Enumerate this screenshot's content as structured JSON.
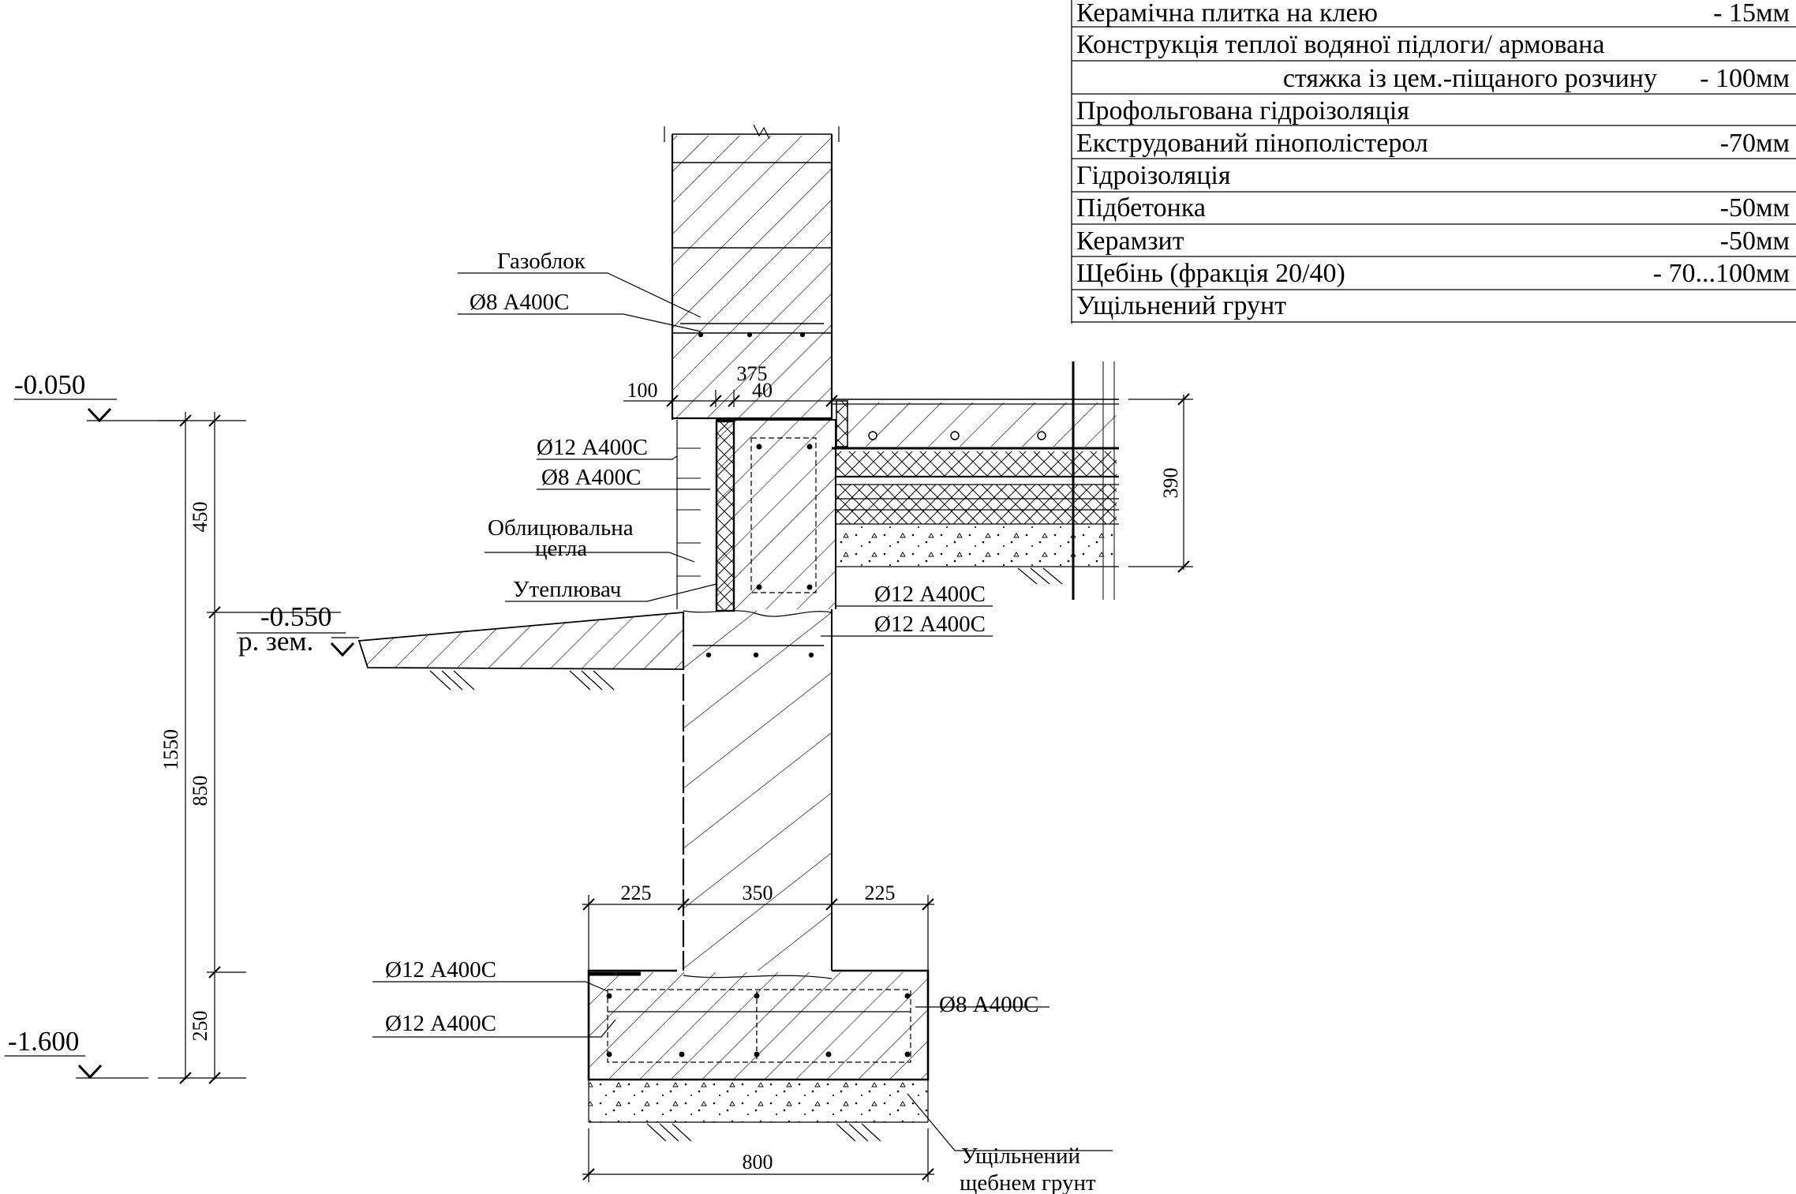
{
  "layers_table": [
    {
      "name": "Керамічна плитка на клею",
      "value": "- 15мм"
    },
    {
      "name": "Конструкція теплої водяної підлоги/ армована",
      "value": ""
    },
    {
      "name": "стяжка із цем.-піщаного розчину",
      "value": "- 100мм"
    },
    {
      "name": "Профольгована гідроізоляція",
      "value": ""
    },
    {
      "name": "Екструдований пінополістерол",
      "value": "-70мм"
    },
    {
      "name": "Гідроізоляція",
      "value": ""
    },
    {
      "name": "Підбетонка",
      "value": "-50мм"
    },
    {
      "name": "Керамзит",
      "value": "-50мм"
    },
    {
      "name": "Щебінь (фракція 20/40)",
      "value": "- 70...100мм"
    },
    {
      "name": "Ущільнений  грунт",
      "value": ""
    }
  ],
  "levels": {
    "top": "-0.050",
    "ground": "-0.550",
    "ground_note": "р. зем.",
    "bottom": "-1.600"
  },
  "vertical_dims": {
    "total": "1550",
    "upper": "450",
    "middle": "850",
    "lower": "250"
  },
  "wall_dims": {
    "left": "100",
    "middle": "375",
    "right": "40"
  },
  "foundation_dims": {
    "left": "225",
    "center": "350",
    "right": "225",
    "width": "800"
  },
  "floor_dim": "390",
  "callouts": {
    "gazoblok": "Газоблок",
    "rebar_block": "Ø8 А400С",
    "rebar_grillage_1": "Ø12 А400С",
    "rebar_grillage_2": "Ø8 А400С",
    "facing_brick_1": "Облицювальна",
    "facing_brick_2": "цегла",
    "insulation": "Утеплювач",
    "rebar_right_1": "Ø12 А400С",
    "rebar_right_2": "Ø12 А400С",
    "rebar_footing_1": "Ø12 А400С",
    "rebar_footing_2": "Ø12 А400С",
    "rebar_footing_right": "Ø8 А400С",
    "compacted_1": "Ущільнений",
    "compacted_2": "щебнем грунт"
  }
}
